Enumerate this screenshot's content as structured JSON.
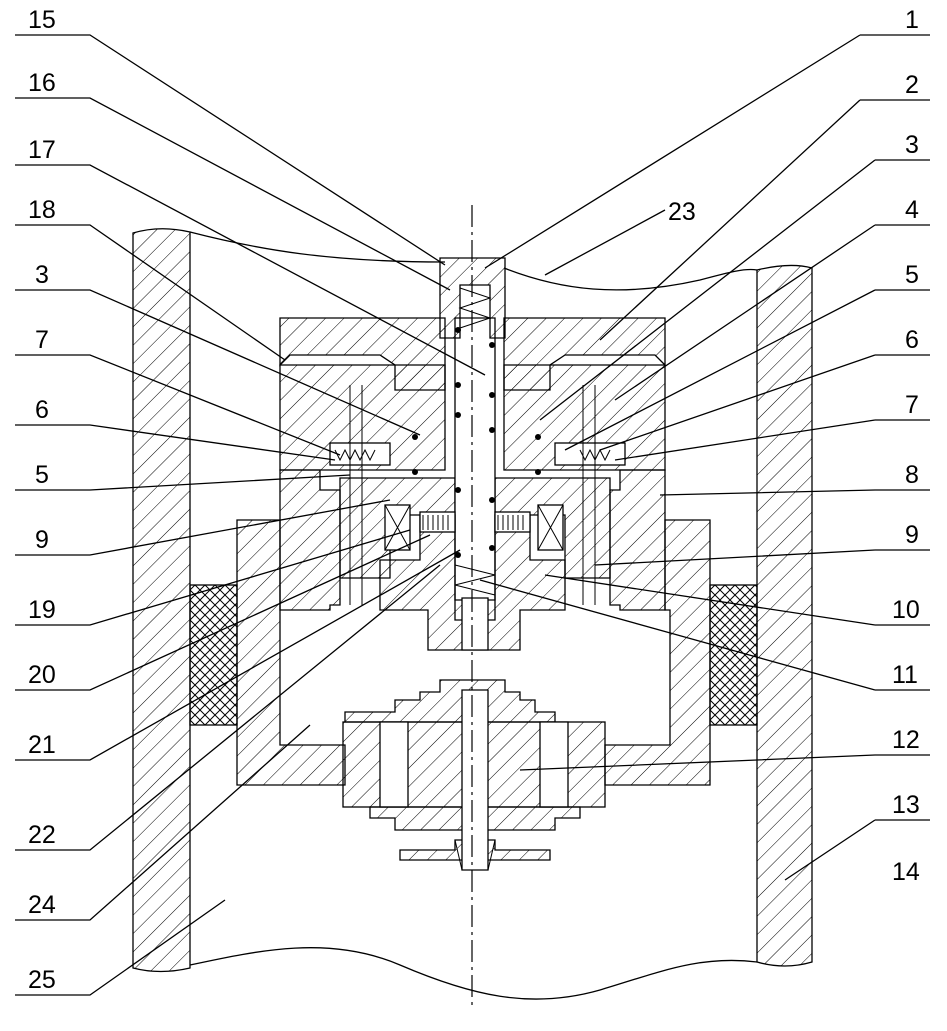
{
  "figure": {
    "callouts": {
      "c1": "1",
      "c2": "2",
      "c3r": "3",
      "c4": "4",
      "c5r": "5",
      "c6r": "6",
      "c7r": "7",
      "c8": "8",
      "c9r": "9",
      "c10": "10",
      "c11": "11",
      "c12": "12",
      "c13": "13",
      "c14": "14",
      "c15": "15",
      "c16": "16",
      "c17": "17",
      "c18": "18",
      "c3l": "3",
      "c7l": "7",
      "c6l": "6",
      "c5l": "5",
      "c9l": "9",
      "c19": "19",
      "c20": "20",
      "c21": "21",
      "c22": "22",
      "c23": "23",
      "c24": "24",
      "c25": "25"
    },
    "colors": {
      "line": "#000000",
      "background": "#ffffff"
    }
  }
}
